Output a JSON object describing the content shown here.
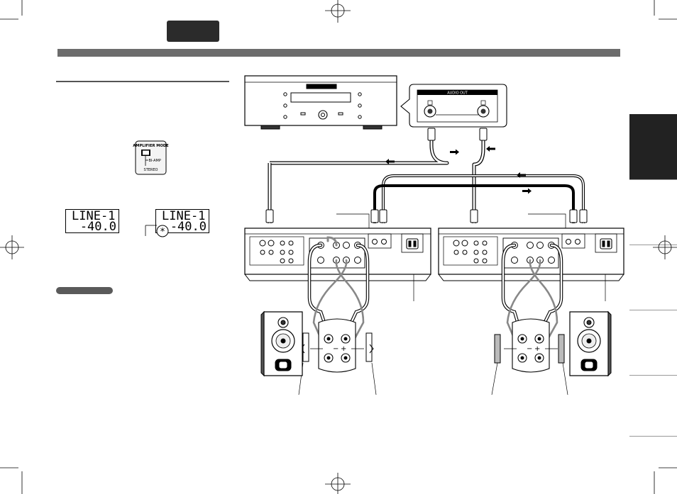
{
  "display_left": {
    "line1": "LINE-1",
    "line2": "-40.0"
  },
  "display_right": {
    "line1": "LINE-1",
    "line2": "-40.0",
    "indicator": "*"
  },
  "switch_label": {
    "title": "AMPLIFIER MODE",
    "opt1": "BI-AMP",
    "opt2": "STEREO"
  },
  "cd_panel_label": "AUDIO OUT",
  "amp_panel": {
    "plus": "+",
    "minus": "−"
  }
}
